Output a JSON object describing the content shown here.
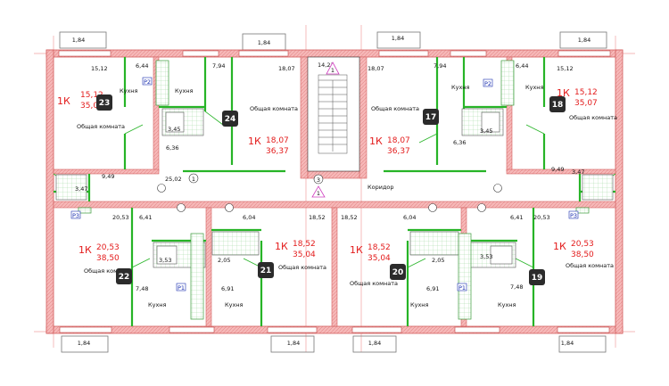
{
  "plan": {
    "balconies": {
      "top": [
        "1,84",
        "1,84",
        "1,84",
        "1,84"
      ],
      "bottom": [
        "1,84",
        "1,84",
        "1,84",
        "1,84"
      ]
    },
    "corridor": {
      "label": "Коридор",
      "area": "25,02",
      "marker_circle": "1",
      "marker_triangle": "1",
      "marker_section": "3"
    },
    "stair": {
      "area": "14,21",
      "marker": "1"
    },
    "risers": [
      "P1",
      "P2",
      "P3",
      "P1",
      "P2",
      "P3"
    ],
    "apartments": [
      {
        "num": "23",
        "type": "1К",
        "living": "15,12",
        "total": "35,07",
        "rooms": [
          "15,12",
          "6,44",
          "3,45",
          "6,36",
          "9,49",
          "3,47"
        ],
        "kitchen": "Кухня",
        "common": "Общая комната"
      },
      {
        "num": "24",
        "type": "1К",
        "living": "18,07",
        "total": "36,37",
        "rooms": [
          "7,94",
          "18,07"
        ],
        "kitchen": "Кухня",
        "common": "Общая комната"
      },
      {
        "num": "17",
        "type": "1К",
        "living": "18,07",
        "total": "36,37",
        "rooms": [
          "18,07",
          "7,94",
          "6,36"
        ],
        "kitchen": "Кухня",
        "common": "Общая комната"
      },
      {
        "num": "18",
        "type": "1К",
        "living": "15,12",
        "total": "35,07",
        "rooms": [
          "6,44",
          "15,12",
          "3,45",
          "9,49",
          "3,47"
        ],
        "kitchen": "Кухня",
        "common": "Общая комната"
      },
      {
        "num": "22",
        "type": "1К",
        "living": "20,53",
        "total": "38,50",
        "rooms": [
          "20,53",
          "6,41",
          "3,53",
          "7,48"
        ],
        "kitchen": "Кухня",
        "common": "Общая комната"
      },
      {
        "num": "21",
        "type": "1К",
        "living": "18,52",
        "total": "35,04",
        "rooms": [
          "6,04",
          "18,52",
          "2,05",
          "6,91"
        ],
        "kitchen": "Кухня",
        "common": "Общая комната"
      },
      {
        "num": "20",
        "type": "1К",
        "living": "18,52",
        "total": "35,04",
        "rooms": [
          "18,52",
          "6,04",
          "2,05",
          "6,91"
        ],
        "kitchen": "Кухня",
        "common": "Общая комната"
      },
      {
        "num": "19",
        "type": "1К",
        "living": "20,53",
        "total": "38,50",
        "rooms": [
          "6,41",
          "20,53",
          "3,53",
          "7,48"
        ],
        "kitchen": "Кухня",
        "common": "Общая комната"
      }
    ]
  }
}
